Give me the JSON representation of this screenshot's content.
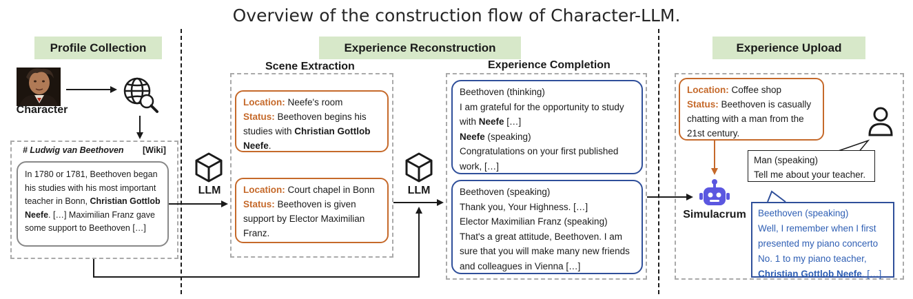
{
  "title": "Overview of the construction flow of Character-LLM.",
  "sections": {
    "profile": "Profile Collection",
    "reconstruction": "Experience Reconstruction",
    "upload": "Experience Upload"
  },
  "subsections": {
    "scene": "Scene Extraction",
    "completion": "Experience Completion"
  },
  "labels": {
    "character": "Character",
    "llm": "LLM",
    "simulacrum": "Simulacrum"
  },
  "wiki": {
    "heading": "# Ludwig van Beethoven",
    "tag": "[Wiki]",
    "l1": "In 1780 or 1781, Beethoven began",
    "l2": "his studies with his most important",
    "l3a": "teacher in Bonn, ",
    "l3b": "Christian Gottlob",
    "l4a": "Neefe",
    "l4b": ". […] Maximilian Franz gave",
    "l5": "some support to Beethoven […]"
  },
  "scene1": {
    "loc_key": "Location:",
    "loc_val": " Neefe's room",
    "status_key": "Status:",
    "l2": " Beethoven begins his",
    "l3a": "studies with ",
    "l3b": "Christian Gottlob",
    "l4a": "Neefe",
    "l4b": "."
  },
  "scene2": {
    "loc_key": "Location:",
    "loc_val": " Court chapel in Bonn",
    "status_key": "Status:",
    "l2": " Beethoven is given",
    "l3": "support by Elector Maximilian",
    "l4": "Franz."
  },
  "exp1": {
    "l1": "Beethoven (thinking)",
    "l2": "I am grateful for the opportunity to study",
    "l3a": "with ",
    "l3b": "Neefe",
    "l3c": " […]",
    "l4a": "Neefe",
    "l4b": " (speaking)",
    "l5": "Congratulations on your first published",
    "l6": "work, […]"
  },
  "exp2": {
    "l1": "Beethoven (speaking)",
    "l2": "Thank you, Your Highness. […]",
    "l3": "Elector Maximilian Franz (speaking)",
    "l4": "That's a great attitude, Beethoven. I am",
    "l5": "sure that you will make many new friends",
    "l6": "and colleagues in Vienna […]"
  },
  "upload_scene": {
    "loc_key": "Location:",
    "loc_val": " Coffee shop",
    "status_key": "Status:",
    "l2": " Beethoven is casually",
    "l3": "chatting with a man from the",
    "l4": "21st century."
  },
  "man": {
    "l1": "Man (speaking)",
    "l2": "Tell me about your teacher."
  },
  "sim_reply": {
    "l1": "Beethoven (speaking)",
    "l2": "Well, I remember when I first",
    "l3": "presented my piano concerto",
    "l4": "No. 1 to my piano teacher,",
    "l5a": "Christian Gottlob Neefe",
    "l5b": ". […]"
  },
  "colors": {
    "section_bg": "#d7e8c9",
    "orange": "#c5692a",
    "blue": "#2f4f9a",
    "text_blue": "#2f5fb4"
  },
  "icons": [
    "portrait-image",
    "globe-search-icon",
    "llm-cube-icon",
    "robot-icon",
    "person-icon"
  ]
}
